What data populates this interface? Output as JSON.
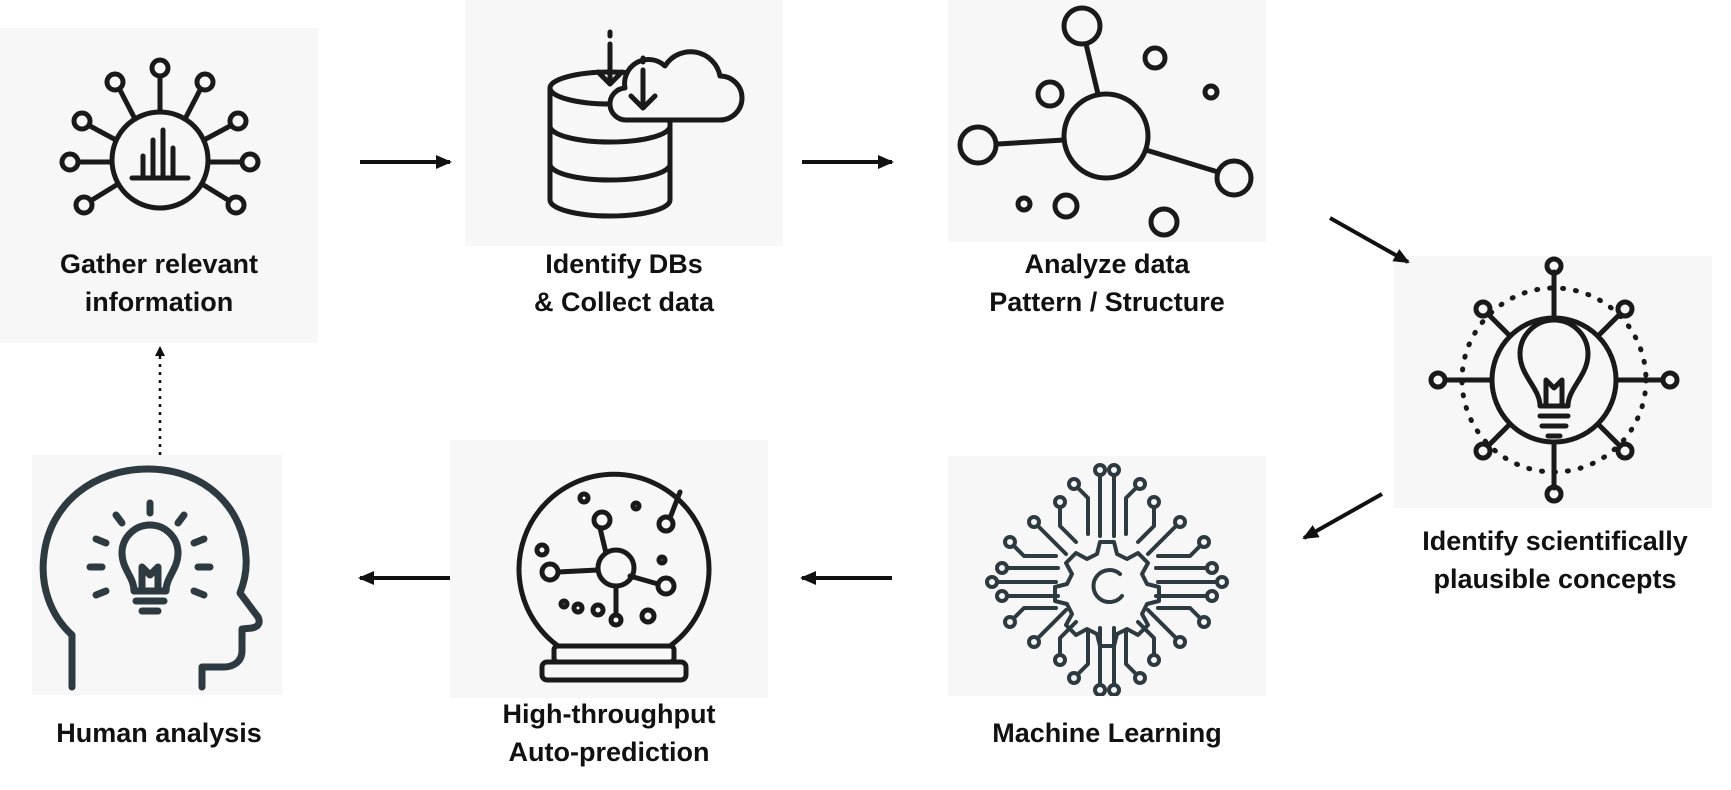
{
  "steps": [
    {
      "id": "gather",
      "lines": [
        "Gather relevant",
        "information"
      ],
      "icon": "network-chart-icon"
    },
    {
      "id": "identify-dbs",
      "lines": [
        "Identify DBs",
        "& Collect data"
      ],
      "icon": "database-cloud-download-icon"
    },
    {
      "id": "analyze",
      "lines": [
        "Analyze data",
        "Pattern / Structure"
      ],
      "icon": "molecule-network-icon"
    },
    {
      "id": "concepts",
      "lines": [
        "Identify scientifically",
        "plausible concepts"
      ],
      "icon": "lightbulb-circuit-icon"
    },
    {
      "id": "ml",
      "lines": [
        "Machine Learning"
      ],
      "icon": "gear-circuit-icon"
    },
    {
      "id": "prediction",
      "lines": [
        "High-throughput",
        "Auto-prediction"
      ],
      "icon": "crystal-ball-icon"
    },
    {
      "id": "human",
      "lines": [
        "Human analysis"
      ],
      "icon": "head-lightbulb-icon"
    }
  ],
  "colors": {
    "stroke": "#1a1a1a",
    "dark_icon": "#2d3a3f",
    "panel": "#f7f7f7",
    "text": "#111111"
  }
}
